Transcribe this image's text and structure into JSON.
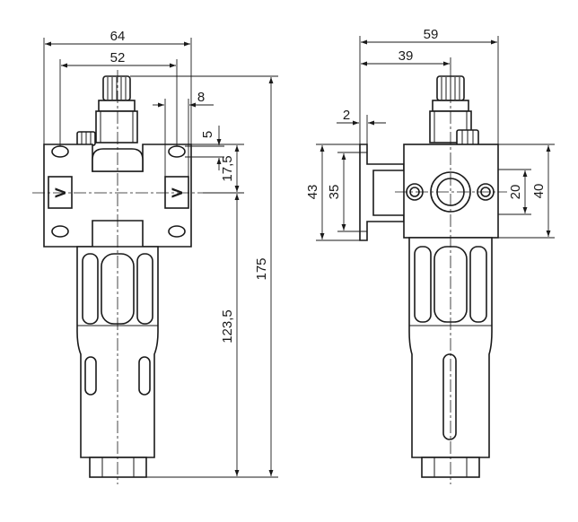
{
  "front_view": {
    "width_total": "64",
    "width_holes": "52",
    "port_offset": "8",
    "hole_offset": "5",
    "port_height": "17,5",
    "height_below_port": "123,5",
    "height_total": "175",
    "flow_symbol": "V"
  },
  "side_view": {
    "depth_total": "59",
    "depth_bracket": "39",
    "bracket_thickness": "2",
    "bracket_height": "43",
    "bracket_slot": "35",
    "hole_spacing": "20",
    "body_height": "40"
  }
}
